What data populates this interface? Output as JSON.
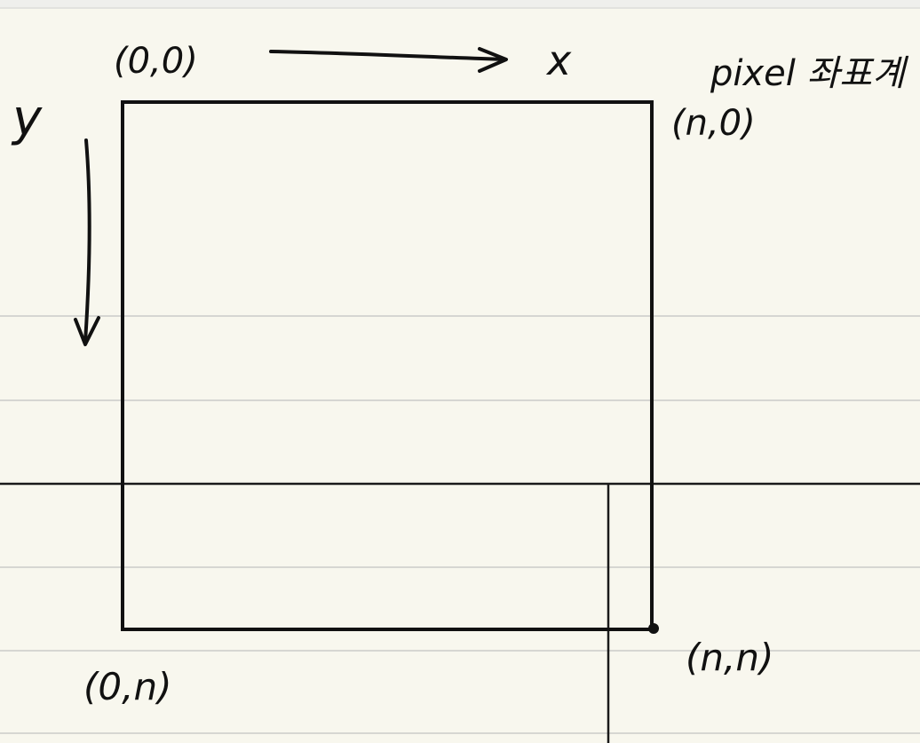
{
  "diagram": {
    "title": "pixel 좌표계",
    "axis_x_label": "x",
    "axis_y_label": "y",
    "corners": {
      "top_left": "(0,0)",
      "top_right": "(n,0)",
      "bottom_left": "(0,n)",
      "bottom_right": "(n,n)"
    }
  },
  "colors": {
    "paper": "#f8f7ee",
    "rule_line": "#d6d6d2",
    "ink": "#111111"
  }
}
